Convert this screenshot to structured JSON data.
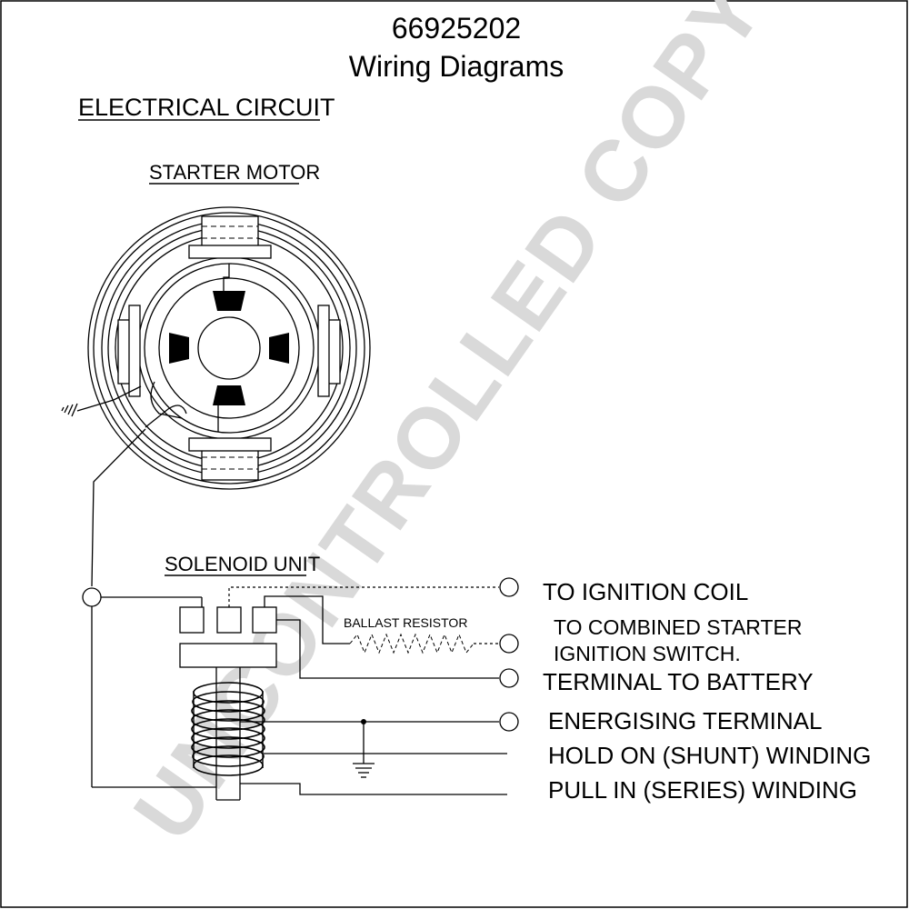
{
  "header": {
    "part_number": "66925202",
    "title": "Wiring Diagrams"
  },
  "section_heading": "ELECTRICAL CIRCUIT",
  "starter_motor_label": "STARTER MOTOR",
  "solenoid_unit_label": "SOLENOID UNIT",
  "ballast_resistor_label": "BALLAST RESISTOR",
  "terminals": {
    "ignition_coil": "TO IGNITION COIL",
    "combined_switch_line1": "TO COMBINED STARTER",
    "combined_switch_line2": "IGNITION SWITCH.",
    "battery": "TERMINAL TO BATTERY",
    "energising": "ENERGISING TERMINAL",
    "hold_on": "HOLD ON (SHUNT) WINDING",
    "pull_in": "PULL IN (SERIES) WINDING"
  },
  "watermark": "UNCONTROLLED COPY"
}
